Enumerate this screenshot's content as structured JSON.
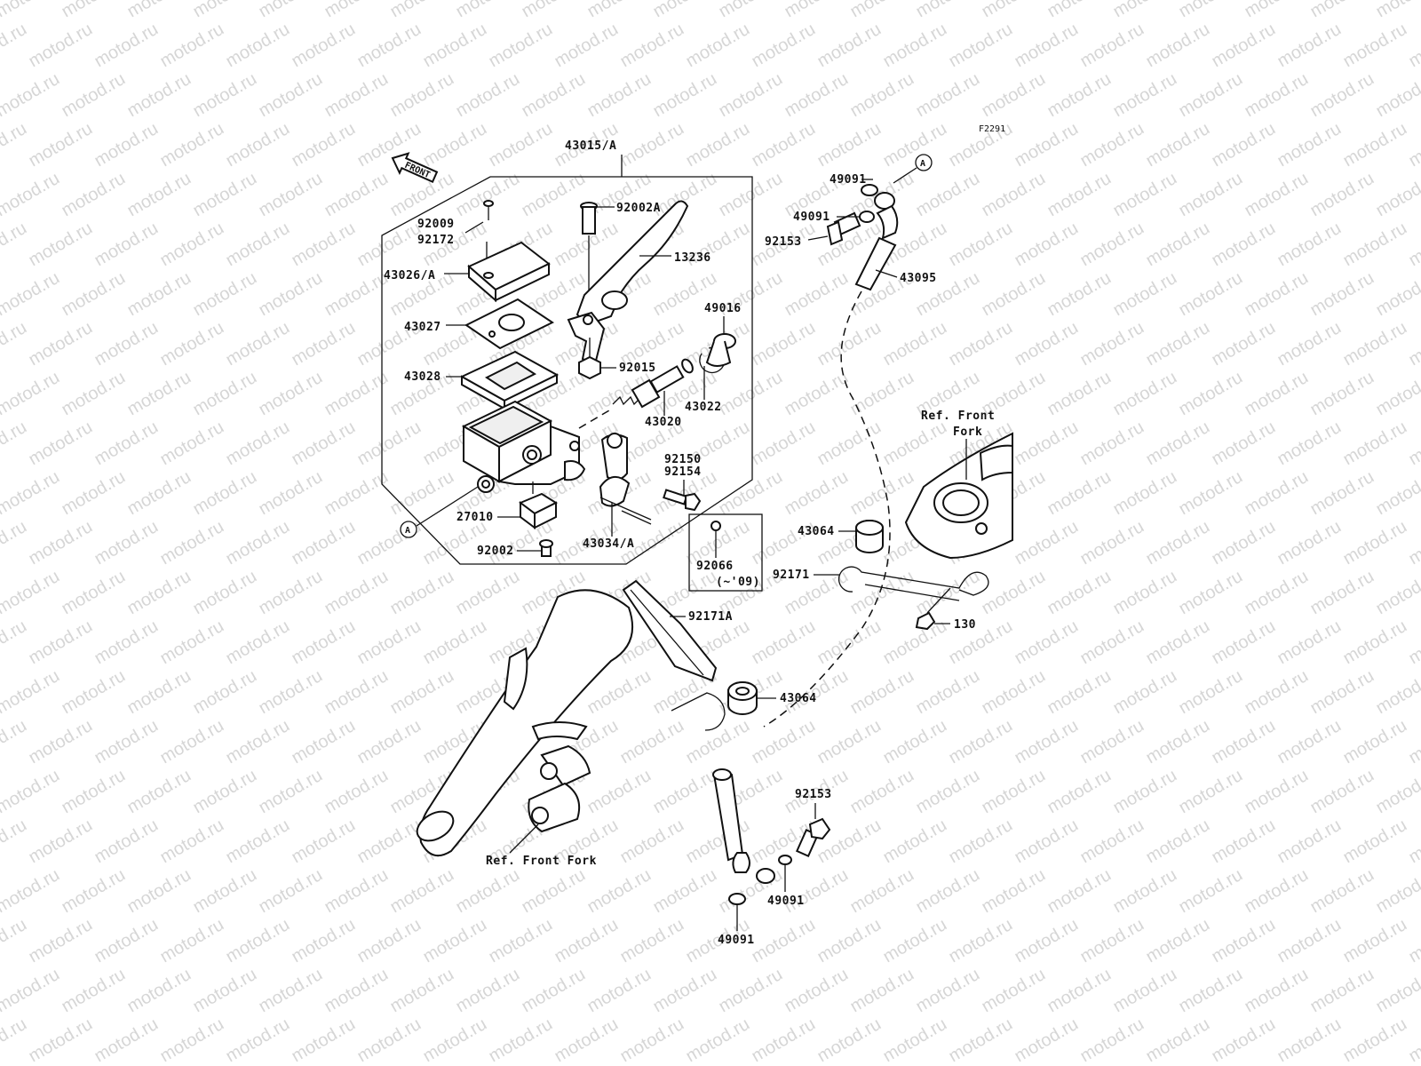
{
  "diagram_code": "F2291",
  "front_arrow": {
    "text": "FRONT"
  },
  "ref_labels": {
    "ref_front_fork_right_line1": "Ref. Front",
    "ref_front_fork_right_line2": "Fork",
    "ref_front_fork_left": "Ref. Front Fork"
  },
  "parts": {
    "p43015A": "43015/A",
    "p92002A": "92002A",
    "p92009": "92009",
    "p92172": "92172",
    "p13236": "13236",
    "p43026A": "43026/A",
    "p43027": "43027",
    "p49016": "49016",
    "p43028": "43028",
    "p92015": "92015",
    "p43022": "43022",
    "p43020": "43020",
    "p92150": "92150",
    "p92154": "92154",
    "p27010": "27010",
    "p43034A": "43034/A",
    "p92002": "92002",
    "p92066": "92066",
    "p92066_note": "(~'09)",
    "p49091_a": "49091",
    "p49091_b": "49091",
    "p92153_top": "92153",
    "p43095": "43095",
    "p43064_top": "43064",
    "p92171": "92171",
    "p130": "130",
    "p92171A": "92171A",
    "p43064_bottom": "43064",
    "p92153_bottom": "92153",
    "p49091_c": "49091",
    "p49091_d": "49091"
  },
  "callouts": {
    "a_top": "A",
    "a_left": "A"
  },
  "watermark": "motod.ru"
}
